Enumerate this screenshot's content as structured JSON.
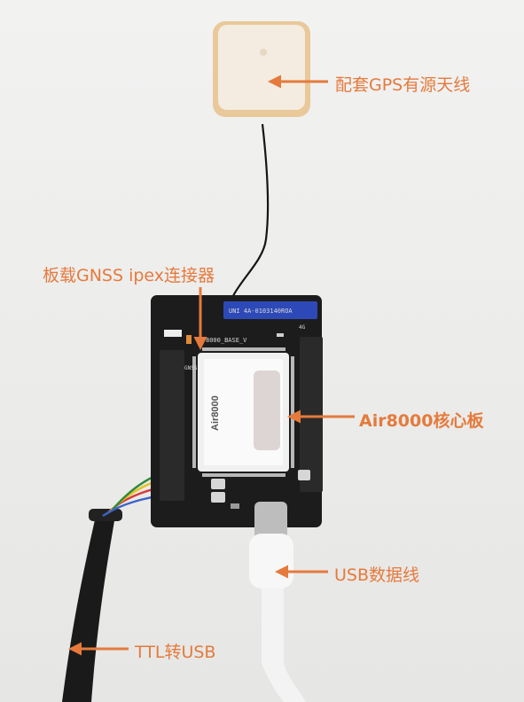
{
  "labels": {
    "gps_antenna": "配套GPS有源天线",
    "gnss_ipex": "板载GNSS ipex连接器",
    "core_board": "Air8000核心板",
    "usb_cable": "USB数据线",
    "ttl_usb": "TTL转USB"
  },
  "board_text": {
    "sticker": "UNI 4A-0103140ROA",
    "silkscreen": "8000_BASE_V",
    "gnss_mark": "GNSS",
    "module_name": "Air8000",
    "small_mark": "4G"
  },
  "colors": {
    "accent": "#e57a3c",
    "background": "#ededeb",
    "pcb": "#1c1c1c",
    "antenna_body": "#f2e6d6"
  }
}
